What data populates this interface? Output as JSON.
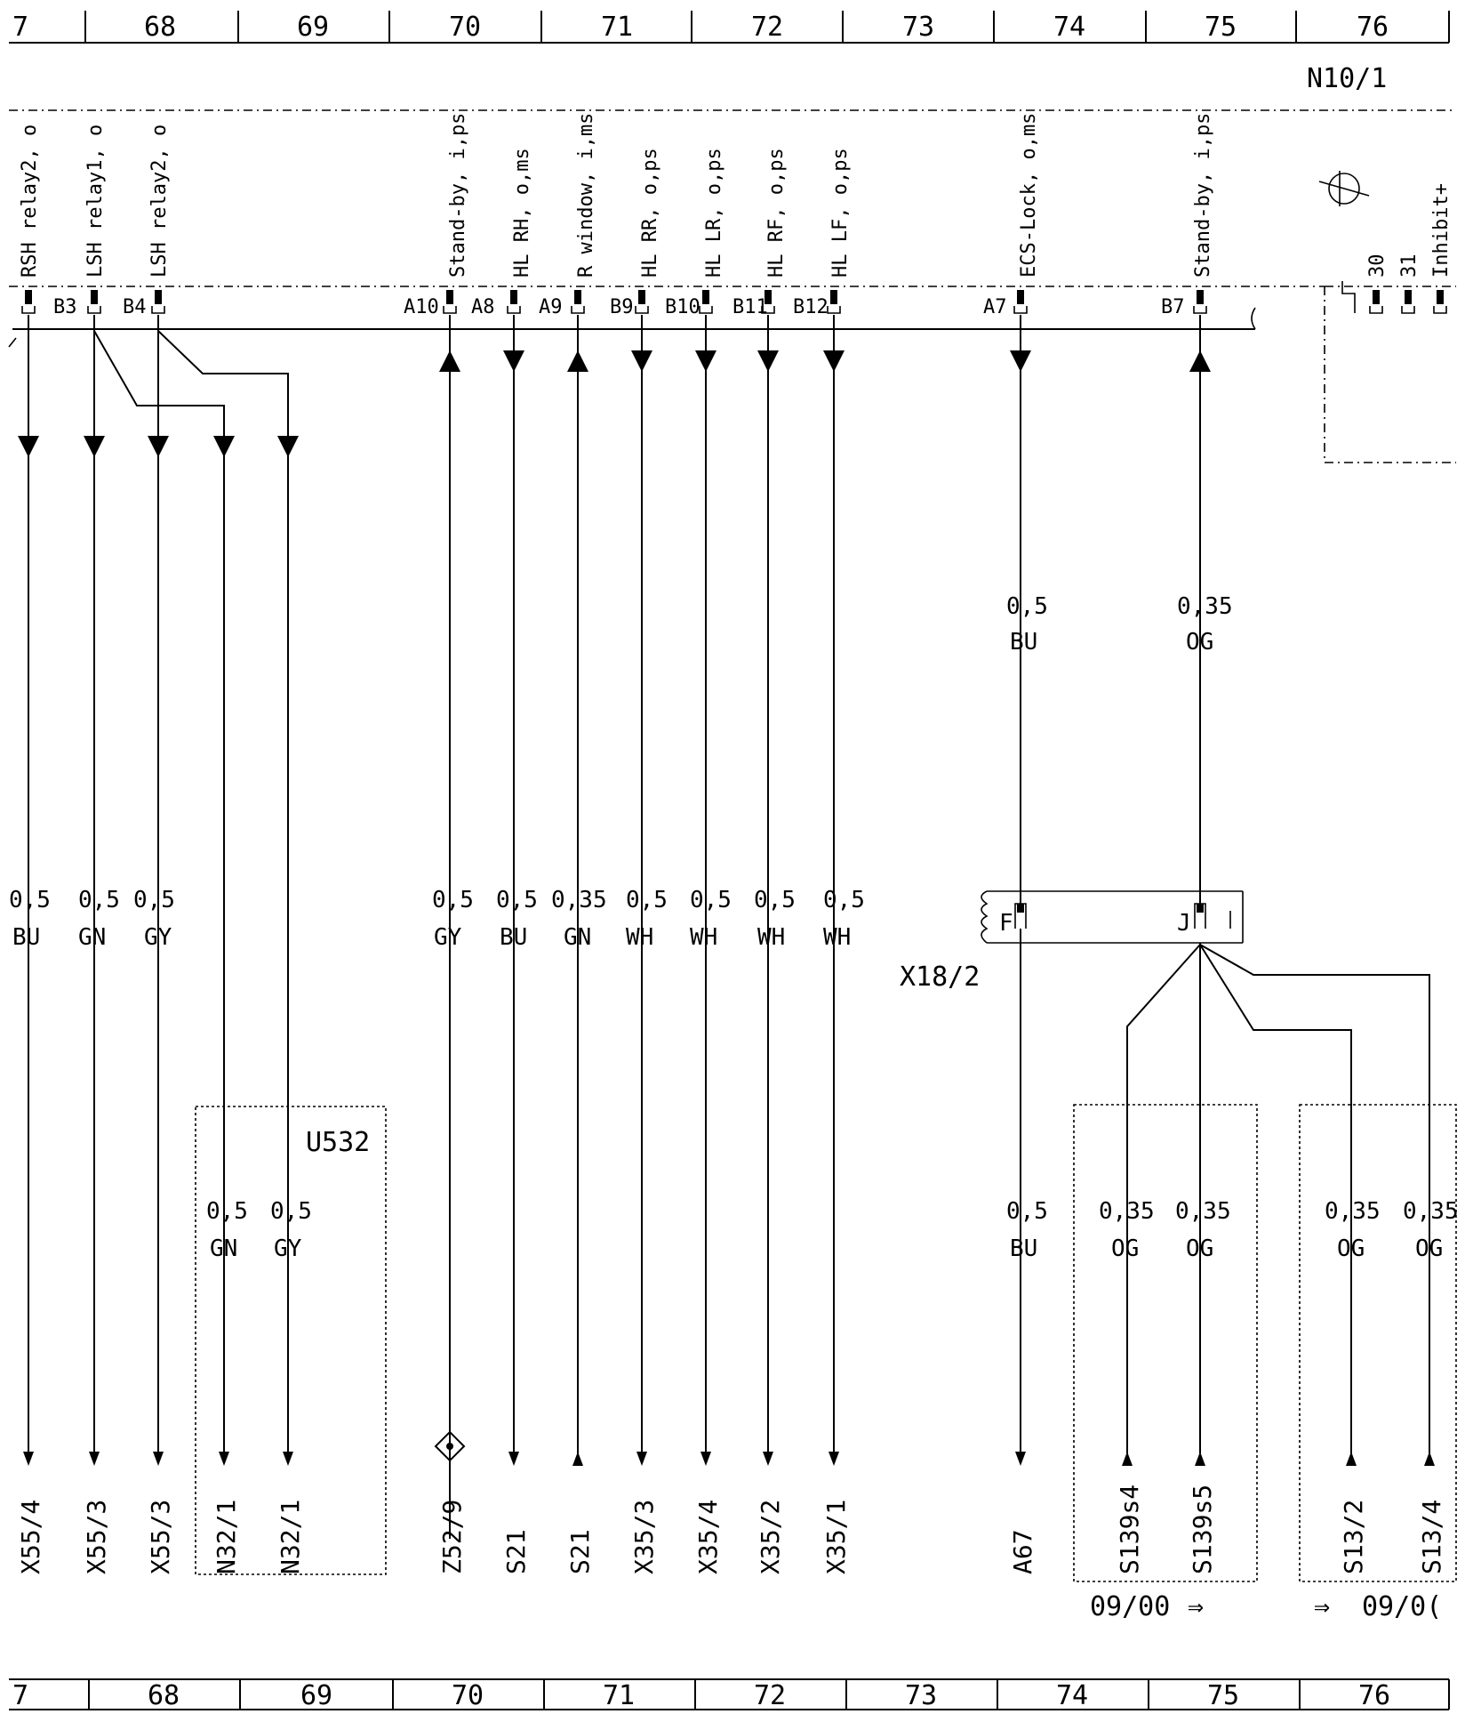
{
  "ruler": {
    "cells": [
      "7",
      "68",
      "69",
      "70",
      "71",
      "72",
      "73",
      "74",
      "75",
      "76"
    ]
  },
  "component_name": "N10/1",
  "module_pins": [
    {
      "pin": "",
      "signal": "RSH relay2, o"
    },
    {
      "pin": "B3",
      "signal": "LSH relay1, o"
    },
    {
      "pin": "B4",
      "signal": "LSH relay2, o"
    },
    {
      "pin": "A10",
      "signal": "Stand-by, i,ps"
    },
    {
      "pin": "A8",
      "signal": "HL RH, o,ms"
    },
    {
      "pin": "A9",
      "signal": "R window, i,ms"
    },
    {
      "pin": "B9",
      "signal": "HL RR, o,ps"
    },
    {
      "pin": "B10",
      "signal": "HL LR, o,ps"
    },
    {
      "pin": "B11",
      "signal": "HL RF, o,ps"
    },
    {
      "pin": "B12",
      "signal": "HL LF, o,ps"
    },
    {
      "pin": "A7",
      "signal": "ECS-Lock, o,ms"
    },
    {
      "pin": "B7",
      "signal": "Stand-by, i,ps"
    }
  ],
  "supply_pins": [
    {
      "pin": "30"
    },
    {
      "pin": "31"
    },
    {
      "pin": "Inhibit+"
    }
  ],
  "wire_labels_upper": [
    {
      "size": "0,5",
      "color": "BU"
    },
    {
      "size": "0,35",
      "color": "OG"
    }
  ],
  "wire_labels_mid": [
    {
      "size": "0,5",
      "color": "BU"
    },
    {
      "size": "0,5",
      "color": "GN"
    },
    {
      "size": "0,5",
      "color": "GY"
    },
    {
      "size": "0,5",
      "color": "GY"
    },
    {
      "size": "0,5",
      "color": "BU"
    },
    {
      "size": "0,35",
      "color": "GN"
    },
    {
      "size": "0,5",
      "color": "WH"
    },
    {
      "size": "0,5",
      "color": "WH"
    },
    {
      "size": "0,5",
      "color": "WH"
    },
    {
      "size": "0,5",
      "color": "WH"
    }
  ],
  "connector": {
    "name": "X18/2",
    "pins": [
      "F",
      "J"
    ]
  },
  "splice_box": {
    "name": "U532"
  },
  "wire_labels_lower": [
    {
      "size": "0,5",
      "color": "GN"
    },
    {
      "size": "0,5",
      "color": "GY"
    },
    {
      "size": "0,5",
      "color": "BU"
    },
    {
      "size": "0,35",
      "color": "OG"
    },
    {
      "size": "0,35",
      "color": "OG"
    },
    {
      "size": "0,35",
      "color": "OG"
    },
    {
      "size": "0,35",
      "color": "OG"
    }
  ],
  "destinations": [
    "X55/4",
    "X55/3",
    "X55/3",
    "N32/1",
    "N32/1",
    "Z52/9",
    "S21",
    "S21",
    "X35/3",
    "X35/4",
    "X35/2",
    "X35/1",
    "A67",
    "S139s4",
    "S139s5",
    "S13/2",
    "S13/4"
  ],
  "variant_notes": [
    {
      "date": "09/00",
      "arrow": "⇒"
    },
    {
      "date": "09/0(",
      "arrow": "⇒"
    }
  ]
}
